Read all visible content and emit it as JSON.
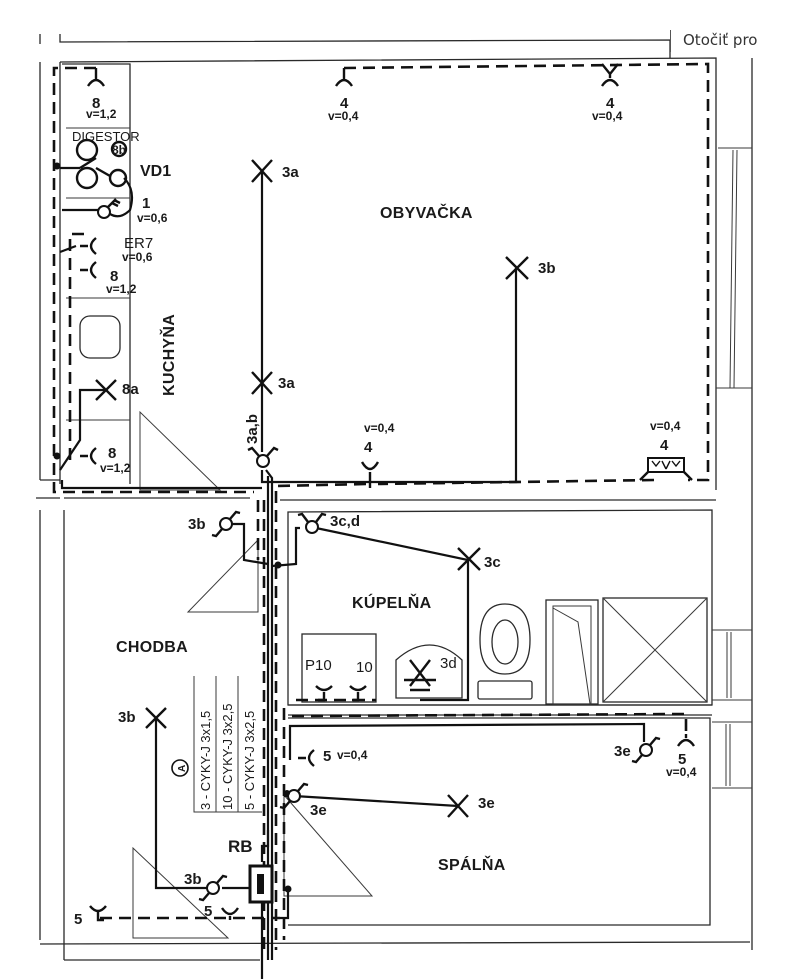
{
  "viewer": {
    "rotate_hint": "Otočiť pro"
  },
  "rooms": {
    "living_room": "OBYVAČKA",
    "kitchen": "KUCHYŇA",
    "hallway": "CHODBA",
    "bathroom": "KÚPELŇA",
    "bedroom": "SPÁLŇA"
  },
  "kitchen": {
    "hood_label": "DIGESTOR",
    "hood_circuit": "8b",
    "vd_label": "VD1",
    "socket_top_circuit": "8",
    "socket_top_height": "v=1,2",
    "switch_circuit": "1",
    "switch_height": "v=0,6",
    "er_label": "ER7",
    "er_height": "v=0,6",
    "socket_mid_circuit": "8",
    "socket_mid_height": "v=1,2",
    "light_circuit": "8a",
    "socket_low_circuit": "8",
    "socket_low_height": "v=1,2"
  },
  "living": {
    "socket_tl_circuit": "4",
    "socket_tl_height": "v=0,4",
    "socket_tr_circuit": "4",
    "socket_tr_height": "v=0,4",
    "light_upper": "3a",
    "light_lower": "3a",
    "light_right": "3b",
    "switch_label": "3a,b",
    "socket_bottom_height": "v=0,4",
    "socket_bottom_circuit": "4",
    "tv_socket_height": "v=0,4",
    "tv_socket_circuit": "4"
  },
  "hallway": {
    "switch_top": "3b",
    "light": "3b",
    "switch_bottom": "3b",
    "socket_left_circuit": "5",
    "socket_bottom_circuit": "5",
    "distribution_board": "RB",
    "cable_marker": "A",
    "cables": [
      "3 - CYKY-J  3x1,5",
      "10 - CYKY-J  3x2,5",
      "5 - CYKY-J  3x2,5"
    ]
  },
  "bathroom": {
    "switch_label": "3c,d",
    "light": "3c",
    "mirror_light": "3d",
    "socket_p10": "P10",
    "socket_10": "10"
  },
  "bedroom": {
    "socket_left_circuit": "5",
    "socket_left_height": "v=0,4",
    "switch_left": "3e",
    "light": "3e",
    "switch_right": "3e",
    "socket_right_circuit": "5",
    "socket_right_height": "v=0,4"
  }
}
